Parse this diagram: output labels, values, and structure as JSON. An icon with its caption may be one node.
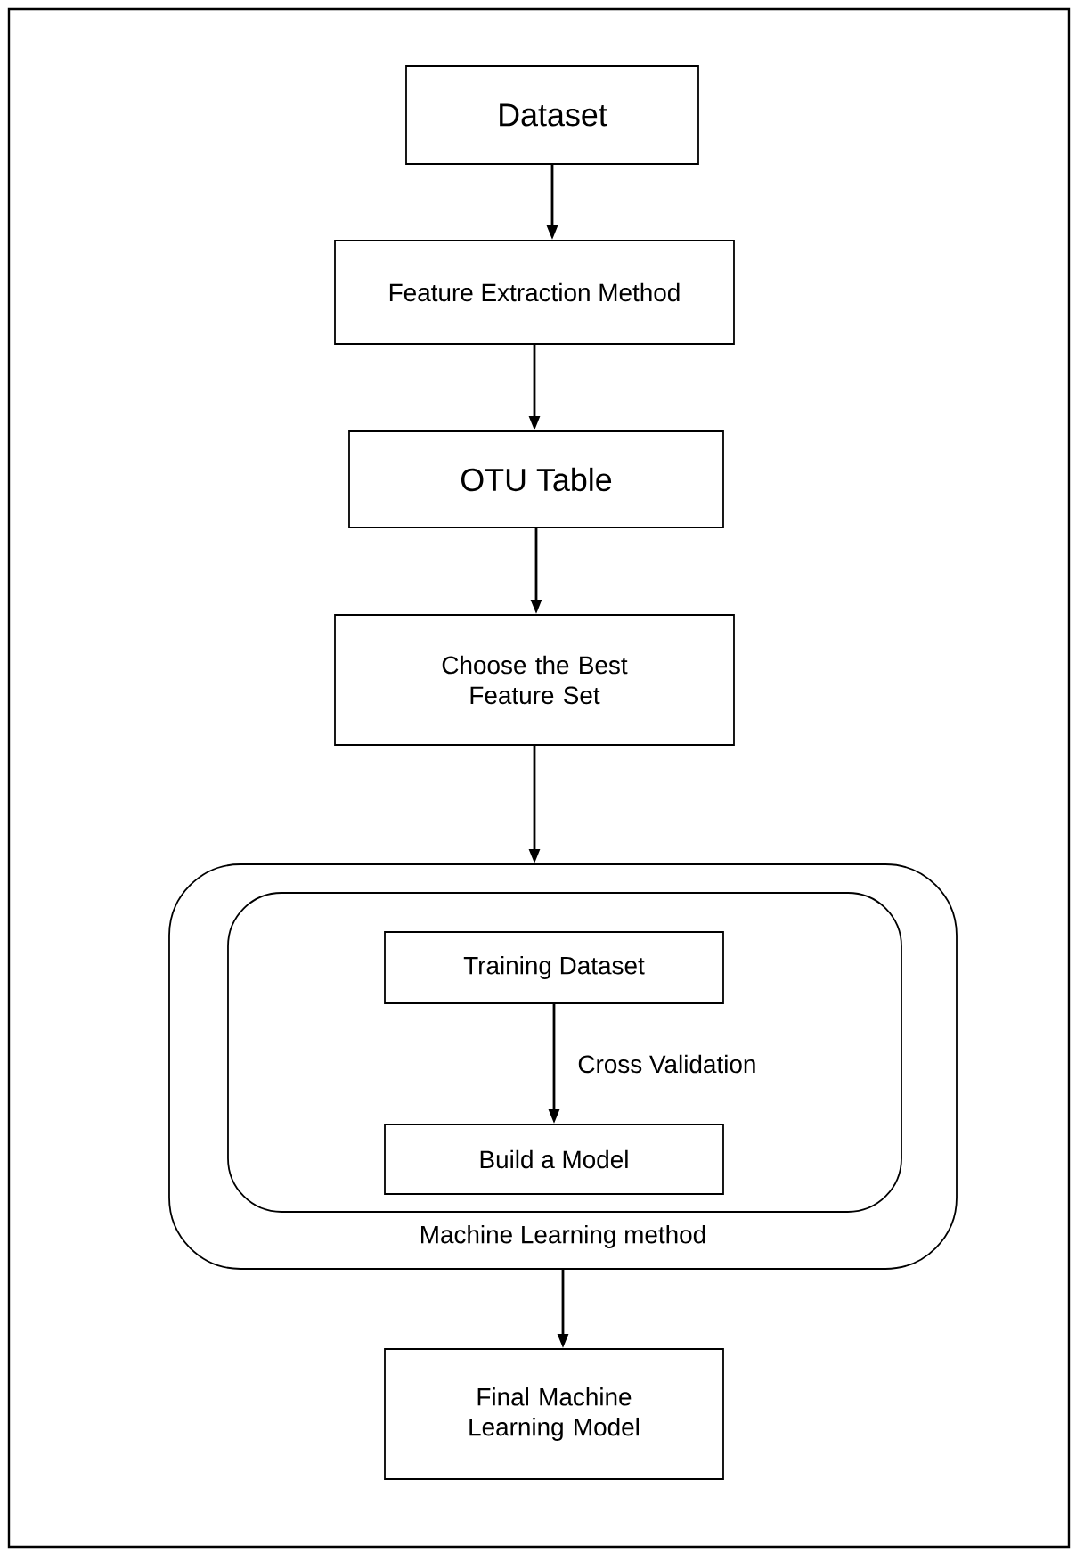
{
  "diagram": {
    "nodes": [
      {
        "text": [
          "Dataset"
        ]
      },
      {
        "text": [
          "Feature Extraction Method"
        ]
      },
      {
        "text": [
          "OTU Table"
        ]
      },
      {
        "text": [
          "Choose the Best Feature Set"
        ]
      },
      {
        "text": [
          "Machine Learning method"
        ]
      },
      {
        "text": [],
        "shape": "box",
        "in": 4
      },
      {
        "text": [
          "Training Dataset"
        ],
        "in": 5
      },
      {
        "text": [
          "Build a Model"
        ],
        "in": 5
      },
      {
        "text": [
          "Final Machine Learning Model"
        ]
      }
    ],
    "edges": [
      {
        "from": 0,
        "to": 1,
        "arrow": "to"
      },
      {
        "from": 1,
        "to": 2,
        "arrow": "to"
      },
      {
        "from": 2,
        "to": 3,
        "arrow": "to"
      },
      {
        "from": 3,
        "to": 4,
        "arrow": "to"
      },
      {
        "from": 6,
        "to": 7,
        "arrow": "to",
        "label": "Cross Validation"
      },
      {
        "from": 4,
        "to": 8,
        "arrow": "to"
      }
    ]
  }
}
